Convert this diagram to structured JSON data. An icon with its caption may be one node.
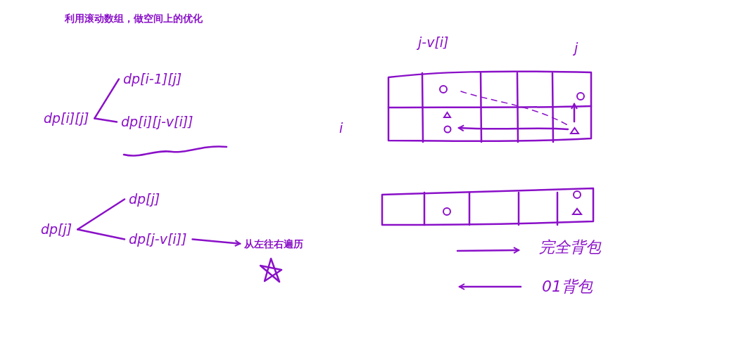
{
  "diagram": {
    "title": "利用滚动数组，做空间上的优化",
    "nodes": [
      {
        "text": [
          "dp[i][j]"
        ]
      },
      {
        "text": [
          "dp[i-1][j]"
        ]
      },
      {
        "text": [
          "dp[i][j-v[i]]"
        ]
      },
      {
        "text": [
          "dp[j]"
        ]
      },
      {
        "text": [
          "dp[j]"
        ]
      },
      {
        "text": [
          "dp[j-v[i]]"
        ]
      },
      {
        "text": [
          "从左往右遍历"
        ]
      }
    ],
    "edges": [
      {
        "from": 0,
        "to": 1,
        "arrow": "none"
      },
      {
        "from": 0,
        "to": 2,
        "arrow": "none"
      },
      {
        "from": 3,
        "to": 4,
        "arrow": "none"
      },
      {
        "from": 3,
        "to": 5,
        "arrow": "none"
      },
      {
        "from": 5,
        "to": 6,
        "arrow": "to"
      }
    ],
    "labels": [
      "j-v[i]",
      "j",
      "i",
      "完全背包",
      "01背包"
    ]
  }
}
